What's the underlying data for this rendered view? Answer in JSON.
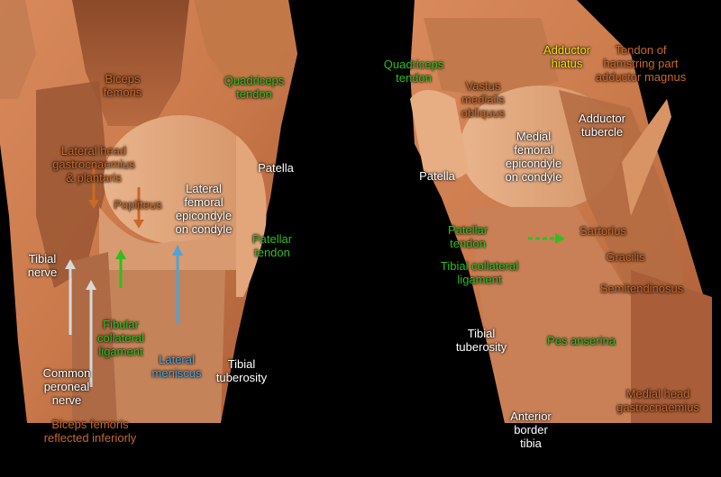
{
  "colors": {
    "orange": "#c8682a",
    "green": "#2fbf1f",
    "white": "#ffffff",
    "blue": "#4fa3d9",
    "yellow": "#f2e200",
    "grey": "#d8d8d8"
  },
  "left_panel": {
    "biceps_femoris": [
      "Biceps",
      "femoris"
    ],
    "quadriceps_tendon": [
      "Quadriceps",
      "tendon"
    ],
    "lateral_head_gastro": [
      "Lateral head",
      "gastrocnaemius",
      "& plantaris"
    ],
    "patella": [
      "Patella"
    ],
    "popliteus": [
      "Popliteus"
    ],
    "lateral_femoral_epicondyle": [
      "Lateral",
      "femoral",
      "epicondyle",
      "on condyle"
    ],
    "patellar_tendon": [
      "Patellar",
      "tendon"
    ],
    "tibial_nerve": [
      "Tibial",
      "nerve"
    ],
    "fibular_collateral": [
      "Fibular",
      "collateral",
      "ligament"
    ],
    "lateral_meniscus": [
      "Lateral",
      "meniscus"
    ],
    "tibial_tuberosity": [
      "Tibial",
      "tuberosity"
    ],
    "common_peroneal": [
      "Common",
      "peroneal",
      "nerve"
    ],
    "biceps_reflected": [
      "Biceps femoris",
      "reflected inferiorly"
    ]
  },
  "right_panel": {
    "quadriceps_tendon": [
      "Quadriceps",
      "tendon"
    ],
    "vastus_medialis": [
      "Vastus",
      "medialis",
      "obliquus"
    ],
    "adductor_hiatus": [
      "Adductor",
      "hiatus"
    ],
    "tendon_hamstring": [
      "Tendon of",
      "hamstring part",
      "adductor magnus"
    ],
    "adductor_tubercle": [
      "Adductor",
      "tubercle"
    ],
    "medial_femoral_epicondyle": [
      "Medial",
      "femoral",
      "epicondyle",
      "on condyle"
    ],
    "patella": [
      "Patella"
    ],
    "patellar_tendon": [
      "Patellar",
      "tendon"
    ],
    "sartorius": [
      "Sartorius"
    ],
    "gracilis": [
      "Gracilis"
    ],
    "tibial_collateral": [
      "Tibial collateral",
      "ligament"
    ],
    "semitendinosus": [
      "Semitendinosus"
    ],
    "tibial_tuberosity": [
      "Tibial",
      "tuberosity"
    ],
    "pes_anserina": [
      "Pes anserina"
    ],
    "medial_head_gastro": [
      "Medial head",
      "gastrocnaemius"
    ],
    "anterior_border": [
      "Anterior",
      "border",
      "tibia"
    ]
  }
}
